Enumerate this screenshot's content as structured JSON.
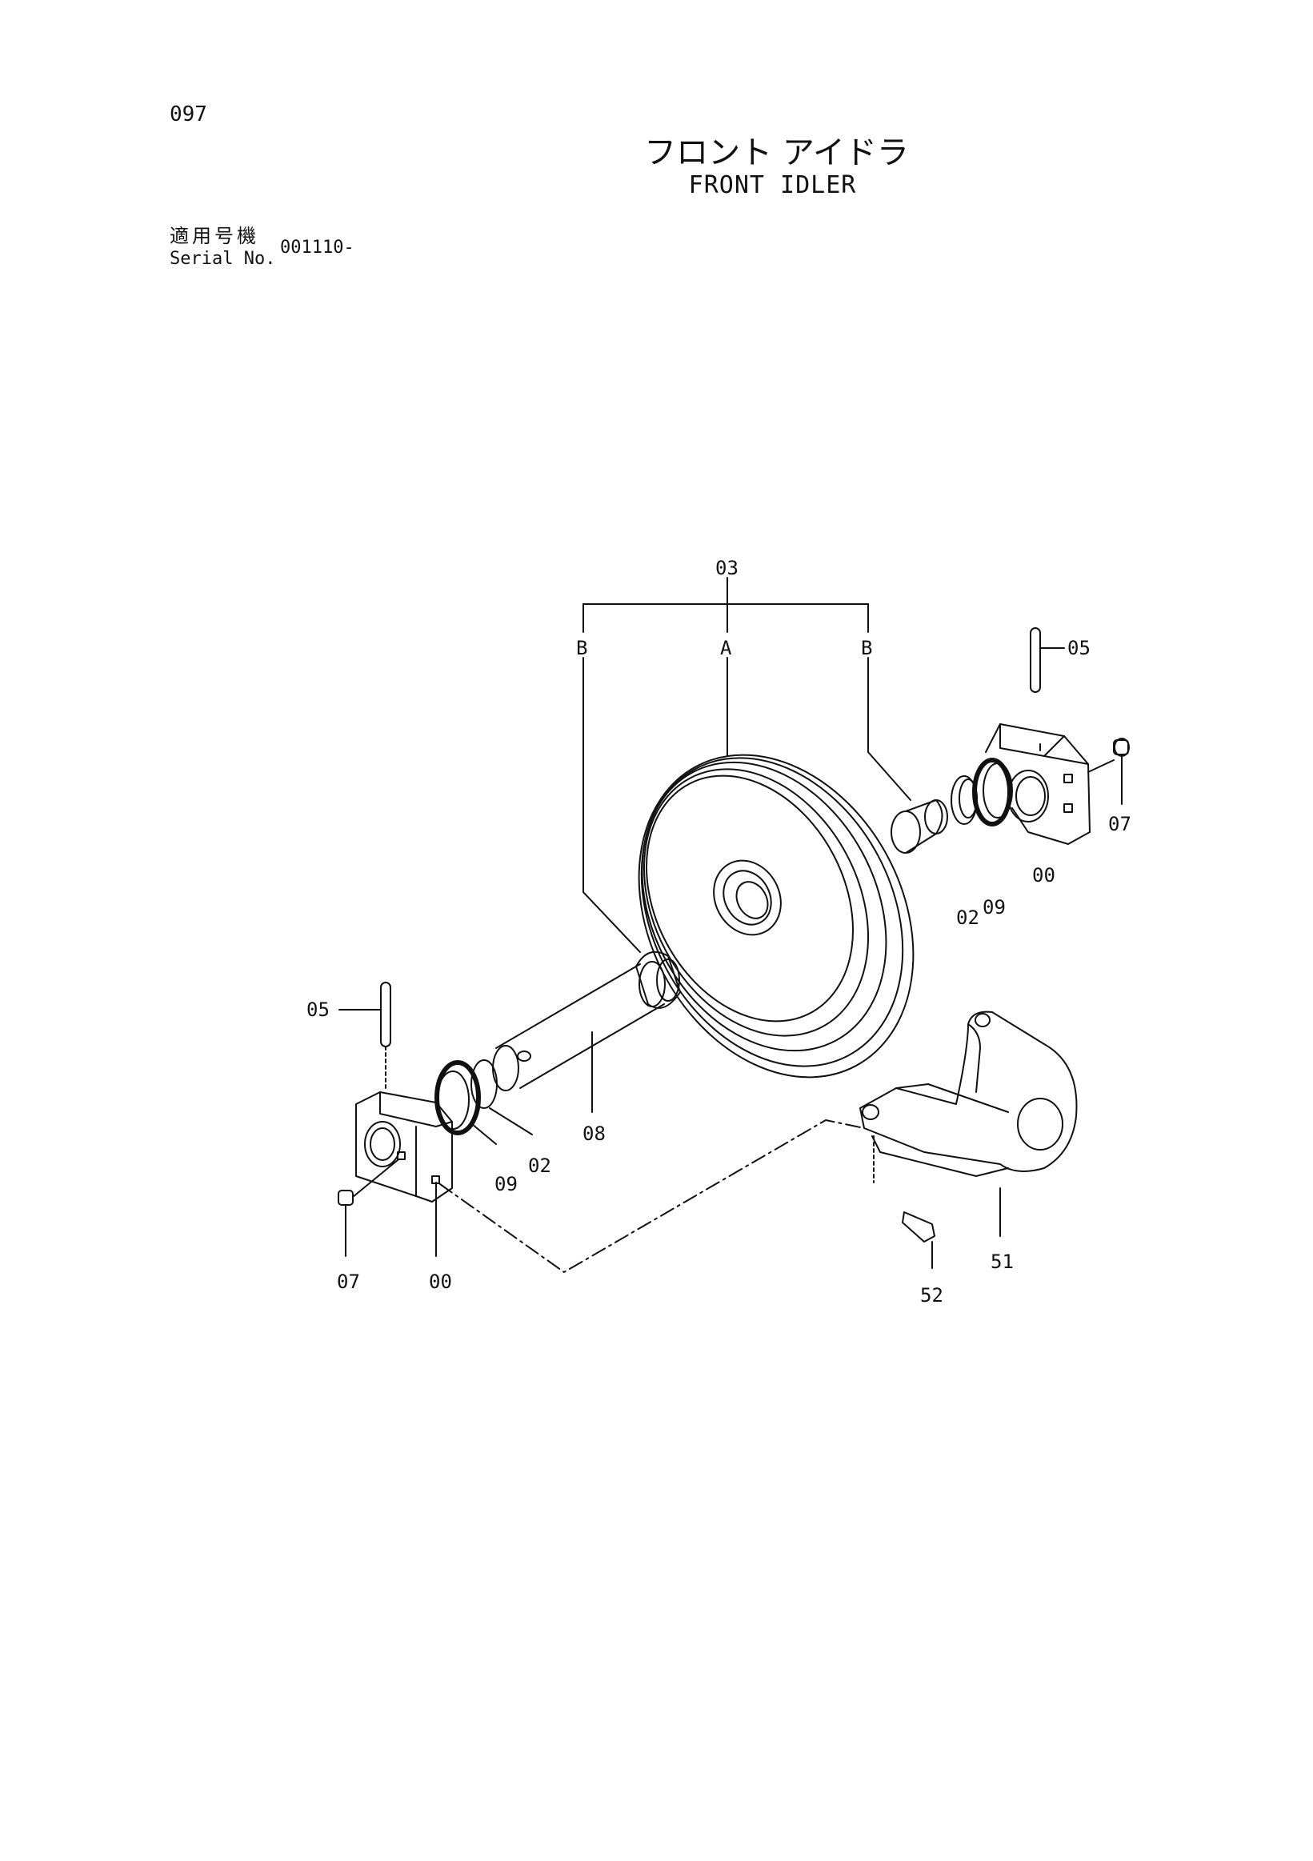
{
  "header": {
    "page_number": "097",
    "title_jp": "フロント アイドラ",
    "title_en": "FRONT IDLER",
    "serial_label_jp": "適用号機",
    "serial_label_en": "Serial No.",
    "serial_value": "001110-"
  },
  "callouts": {
    "c03": "03",
    "cA": "A",
    "cB_left": "B",
    "cB_right": "B",
    "c05_right": "05",
    "c07_right": "07",
    "c00_right": "00",
    "c09_right": "09",
    "c02_right": "02",
    "c05_left": "05",
    "c08": "08",
    "c02_left": "02",
    "c09_left": "09",
    "c07_left": "07",
    "c00_left": "00",
    "c51": "51",
    "c52": "52"
  }
}
